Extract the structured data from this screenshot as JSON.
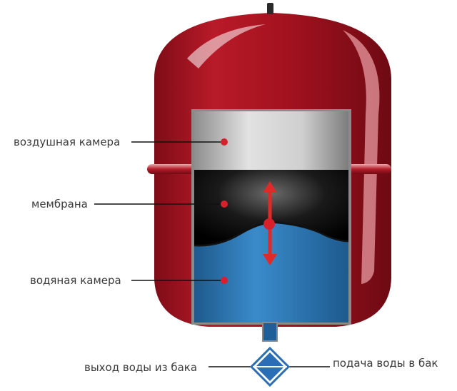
{
  "labels": {
    "air_chamber": "воздушная камера",
    "membrane": "мембрана",
    "water_chamber": "водяная камера",
    "water_out": "выход воды из бака",
    "water_in": "подача воды в бак"
  },
  "colors": {
    "tank_red": "#a4121f",
    "air_chamber_gray": "#c8c8c8",
    "water_blue": "#2f7fbf",
    "membrane_dark": "#111111",
    "arrow_red": "#e02a2a",
    "marker_red": "#d8202a",
    "connector_blue": "#2a6fb5"
  }
}
